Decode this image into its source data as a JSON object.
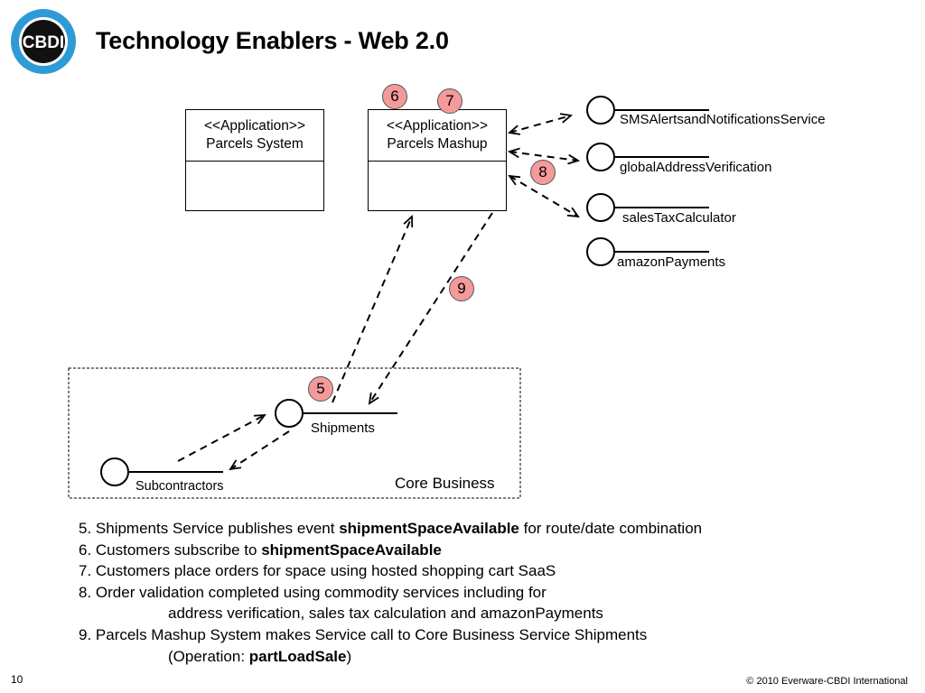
{
  "slide": {
    "title": "Technology Enablers - Web 2.0",
    "logo_text": "CBDI",
    "page_number": "10",
    "copyright": "© 2010 Everware-CBDI International"
  },
  "diagram": {
    "parcels_system": {
      "stereotype": "<<Application>>",
      "name": "Parcels System"
    },
    "parcels_mashup": {
      "stereotype": "<<Application>>",
      "name": "Parcels Mashup"
    },
    "external_services": [
      "SMSAlertsandNotificationsService",
      "globalAddressVerification",
      "salesTaxCalculator",
      "amazonPayments"
    ],
    "core_business_label": "Core Business",
    "shipments_label": "Shipments",
    "subcontractors_label": "Subcontractors",
    "badges": {
      "b5": "5",
      "b6": "6",
      "b7": "7",
      "b8": "8",
      "b9": "9"
    }
  },
  "notes": {
    "n5_pre": "5. Shipments Service publishes event ",
    "n5_bold": "shipmentSpaceAvailable",
    "n5_post": " for route/date combination",
    "n6_pre": "6. Customers subscribe to ",
    "n6_bold": "shipmentSpaceAvailable",
    "n7": "7. Customers place orders for space using hosted shopping cart SaaS",
    "n8_line1": "8. Order validation completed using commodity services including for",
    "n8_line2": "address verification, sales tax calculation and amazonPayments",
    "n9_line1": "9. Parcels Mashup System makes Service call to Core Business Service Shipments",
    "n9_line2_pre": "(Operation: ",
    "n9_line2_bold": "partLoadSale",
    "n9_line2_post": ")"
  },
  "colors": {
    "badge_fill": "#f59a9a",
    "logo_ring": "#2e9bd6",
    "logo_center": "#111111"
  }
}
